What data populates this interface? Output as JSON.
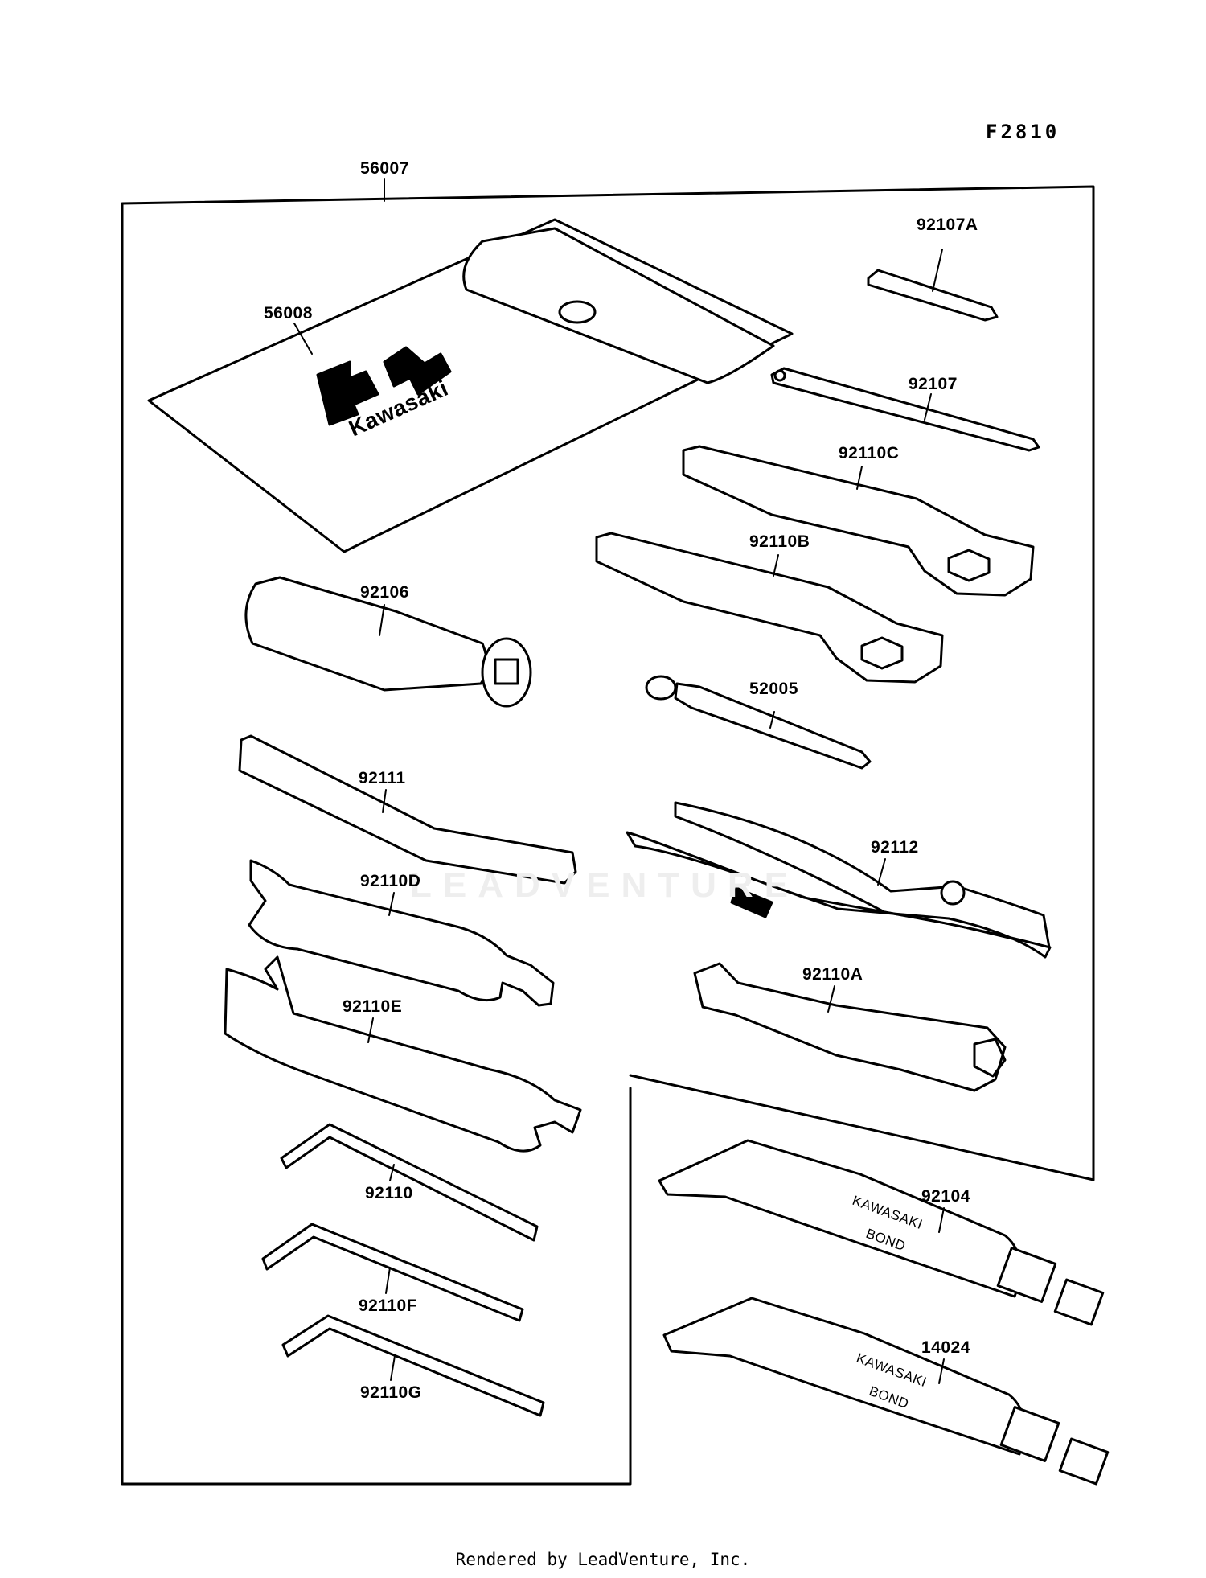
{
  "figure_code": "F2810",
  "footer_text": "Rendered by LeadVenture, Inc.",
  "watermark_text": "LEADVENTURE",
  "pouch_brand": "Kawasaki",
  "tube_text": [
    "KAWASAKI",
    "BOND"
  ],
  "colors": {
    "ink": "#000000",
    "paper": "#ffffff",
    "watermark": "#eeeeee"
  },
  "callouts": {
    "toolkit": "56007",
    "pouch": "56008",
    "screwdriver_bit": "92107A",
    "screwdriver_shaft": "92107",
    "box_wrench_c": "92110C",
    "box_wrench_b": "92110B",
    "handle": "92106",
    "spoke_wrench": "52005",
    "extension_bar": "92111",
    "pliers": "92112",
    "open_wrench_d": "92110D",
    "plug_wrench": "92110A",
    "open_wrench_e": "92110E",
    "bond_92104": "92104",
    "hex_wrench": "92110",
    "hex_wrench_f": "92110F",
    "bond_14024": "14024",
    "hex_wrench_g": "92110G"
  }
}
